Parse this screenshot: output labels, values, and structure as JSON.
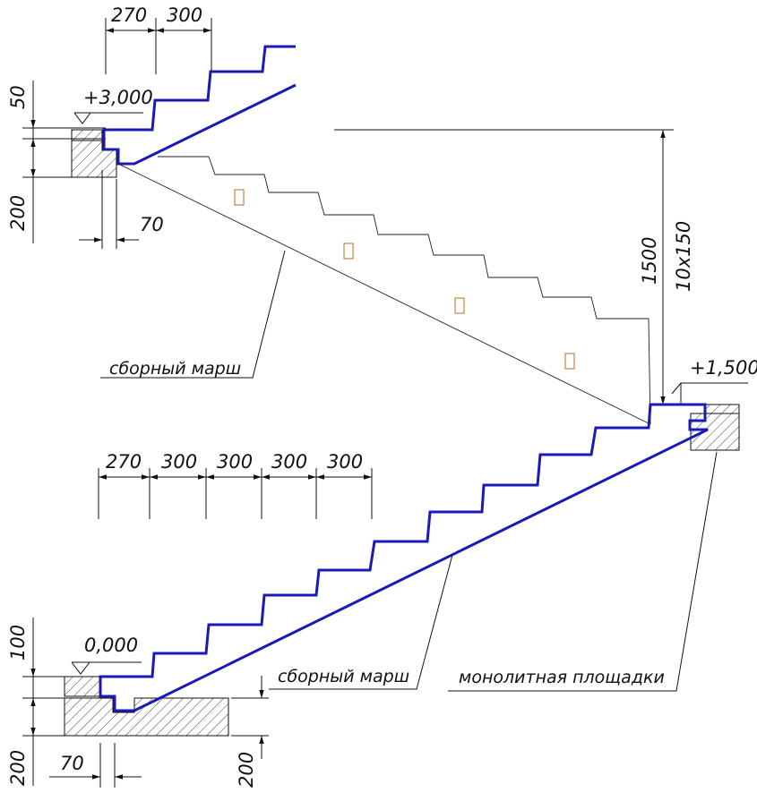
{
  "colors": {
    "stair_outline": "#1a1ab4",
    "line": "#111111",
    "insert": "#b86a1c"
  },
  "upper_flight": {
    "dims_top": [
      "270",
      "300"
    ],
    "level": "+3,000",
    "dim_side_top": "50",
    "dim_side_bottom": "200",
    "dim_bottom": "70",
    "label": "сборный марш"
  },
  "landing": {
    "height_dim": "1500",
    "steps_dim": "10x150",
    "level": "+1,500",
    "label": "монолитная площадки"
  },
  "lower_flight": {
    "dims_top": [
      "270",
      "300",
      "300",
      "300",
      "300"
    ],
    "level": "0,000",
    "dim_side_top": "100",
    "dim_side_bottom": "200",
    "dim_bottom": "70",
    "dim_right": "200",
    "label": "сборный марш"
  }
}
